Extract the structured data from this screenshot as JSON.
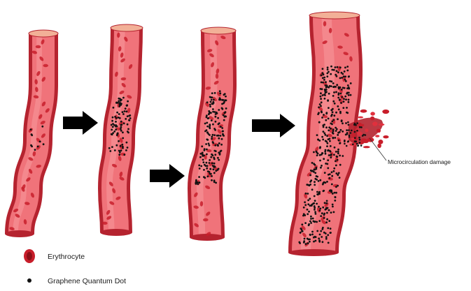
{
  "labels": {
    "damage": "Microcirculation damage"
  },
  "legend": [
    {
      "icon": "erythrocyte-icon",
      "label": "Erythrocyte"
    },
    {
      "icon": "dot-icon",
      "label": "Graphene Quantum Dot"
    }
  ],
  "colors": {
    "vessel_wall": "#b5232f",
    "vessel_lumen": "#f0737a",
    "vessel_highlight": "#f8a2a4",
    "cap": "#f2b097",
    "erythrocyte": "#c81e2b",
    "dot": "#111111",
    "arrow": "#000000"
  }
}
